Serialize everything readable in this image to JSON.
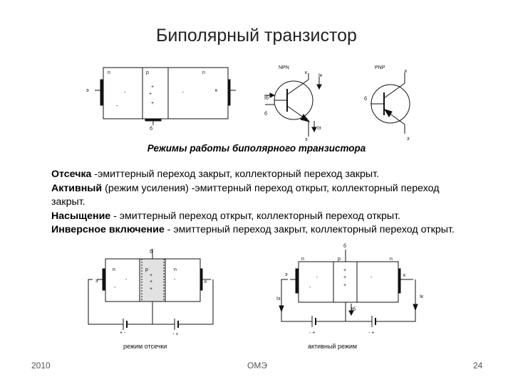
{
  "title": "Биполярный транзистор",
  "subtitle": "Режимы работы биполярного транзистора",
  "modes": [
    {
      "name": "Отсечка",
      "text": " -эмиттерный переход закрыт, коллекторный переход закрыт."
    },
    {
      "name": "Активный",
      "text": " (режим усиления) -эмиттерный переход открыт, коллекторный переход закрыт."
    },
    {
      "name": "Насыщение",
      "text": " - эмиттерный переход открыт, коллекторный переход открыт."
    },
    {
      "name": "Инверсное включение",
      "text": " - эмиттерный переход закрыт, коллекторный переход открыт."
    }
  ],
  "top_structure": {
    "n_left": "n",
    "p": "p",
    "n_right": "n",
    "emitter": "э",
    "collector": "к",
    "base": "б"
  },
  "npn": {
    "label": "NPN",
    "k": "к",
    "ik": "Iк",
    "ib": "Iб",
    "b": "б",
    "ie": "Iэ",
    "e": "э"
  },
  "pnp": {
    "label": "PNP",
    "k": "к",
    "b": "б",
    "e": "э"
  },
  "cutoff": {
    "base": "б",
    "n_left": "n",
    "p": "p",
    "n_right": "n",
    "emitter": "э",
    "collector": "к",
    "bat1": "+ -",
    "bat2": "- +",
    "caption": "режим отсечки"
  },
  "active": {
    "base": "б",
    "n_left": "n",
    "p": "p",
    "n_right": "n",
    "emitter": "э",
    "collector": "к",
    "ie": "Iэ",
    "ib": "Iб",
    "ik": "Iк",
    "bat1": "- +",
    "bat2": "- +",
    "caption": "активный режим"
  },
  "footer": {
    "year": "2010",
    "org": "ОМЭ",
    "page": "24"
  }
}
